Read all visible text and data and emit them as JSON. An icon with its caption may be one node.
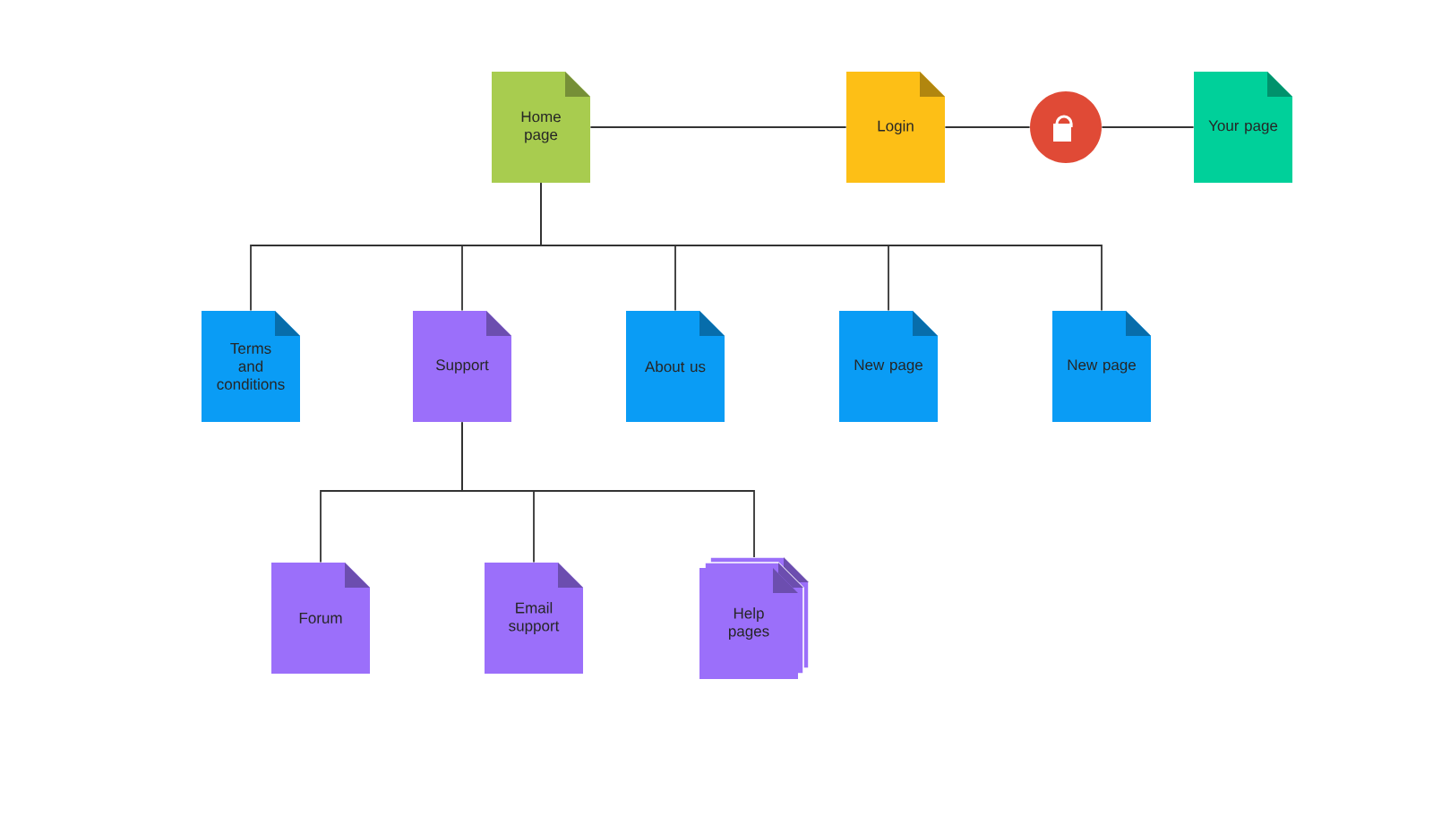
{
  "diagram": {
    "nodes": [
      {
        "text": [
          "Home page"
        ]
      },
      {
        "text": [
          "Login"
        ]
      },
      {
        "text": [],
        "shape": "circle"
      },
      {
        "text": [
          "Your page"
        ]
      },
      {
        "text": [
          "Terms and conditions"
        ]
      },
      {
        "text": [
          "Support"
        ]
      },
      {
        "text": [
          "About us"
        ]
      },
      {
        "text": [
          "New page"
        ]
      },
      {
        "text": [
          "New page"
        ]
      },
      {
        "text": [
          "Forum"
        ]
      },
      {
        "text": [
          "Email support"
        ]
      },
      {
        "text": [
          "Help pages"
        ]
      }
    ],
    "edges": [
      {
        "from": 0,
        "to": 1,
        "arrow": "none"
      },
      {
        "from": 1,
        "to": 2,
        "arrow": "none"
      },
      {
        "from": 2,
        "to": 3,
        "arrow": "none"
      },
      {
        "from": 0,
        "to": 4,
        "arrow": "none"
      },
      {
        "from": 0,
        "to": 5,
        "arrow": "none"
      },
      {
        "from": 0,
        "to": 6,
        "arrow": "none"
      },
      {
        "from": 0,
        "to": 7,
        "arrow": "none"
      },
      {
        "from": 0,
        "to": 8,
        "arrow": "none"
      },
      {
        "from": 5,
        "to": 9,
        "arrow": "none"
      },
      {
        "from": 5,
        "to": 10,
        "arrow": "none"
      },
      {
        "from": 5,
        "to": 11,
        "arrow": "none"
      }
    ]
  }
}
